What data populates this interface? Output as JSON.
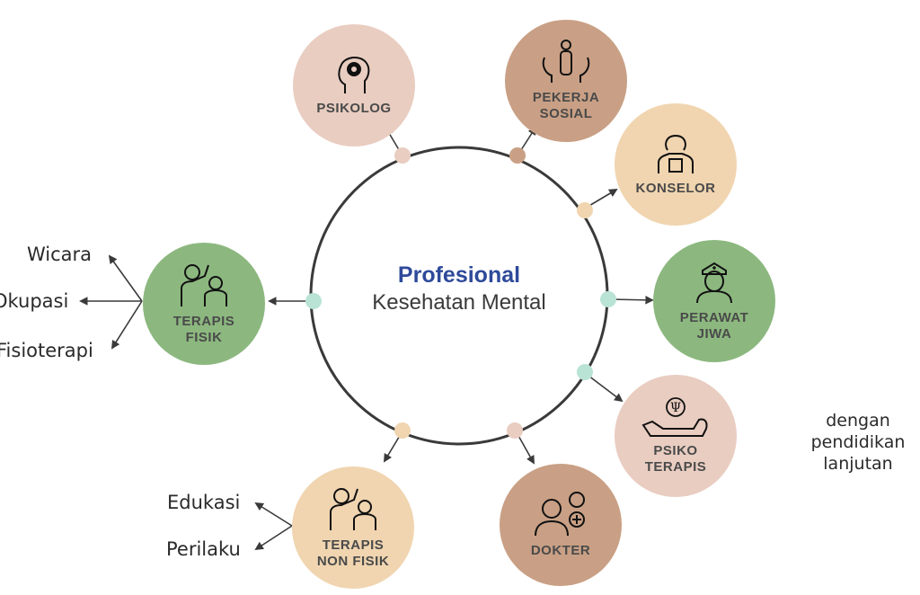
{
  "center": {
    "title": "Profesional",
    "subtitle": "Kesehatan Mental"
  },
  "nodes": {
    "psikolog": {
      "label": "PSIKOLOG",
      "icon": "brain-head-icon",
      "color": "#e9cdc1"
    },
    "pekerja_sosial": {
      "label": "PEKERJA\nSOSIAL",
      "icon": "hands-person-icon",
      "color": "#c9a085"
    },
    "konselor": {
      "label": "KONSELOR",
      "icon": "counselor-clipboard-icon",
      "color": "#f0d5b0"
    },
    "perawat_jiwa": {
      "label": "PERAWAT\nJIWA",
      "icon": "nurse-icon",
      "color": "#8cb87f"
    },
    "psiko_terapis": {
      "label": "PSIKO\nTERAPIS",
      "icon": "psi-couch-icon",
      "color": "#e9cdc1"
    },
    "dokter": {
      "label": "DOKTER",
      "icon": "doctor-brain-icon",
      "color": "#c9a085"
    },
    "terapis_non_fisik": {
      "label": "TERAPIS\nNON FISIK",
      "icon": "high-five-icon",
      "color": "#f0d5b0"
    },
    "terapis_fisik": {
      "label": "TERAPIS\nFISIK",
      "icon": "high-five-icon",
      "color": "#8cb87f"
    }
  },
  "terapis_fisik_types": [
    "Wicara",
    "Okupasi",
    "Fisioterapi"
  ],
  "terapis_non_fisik_types": [
    "Edukasi",
    "Perilaku"
  ],
  "psiko_terapis_note": "dengan\npendidikan\nlanjutan",
  "colors": {
    "mint": "#b9e3d5",
    "title_blue": "#2e4a9a",
    "line": "#3a3a3a"
  }
}
